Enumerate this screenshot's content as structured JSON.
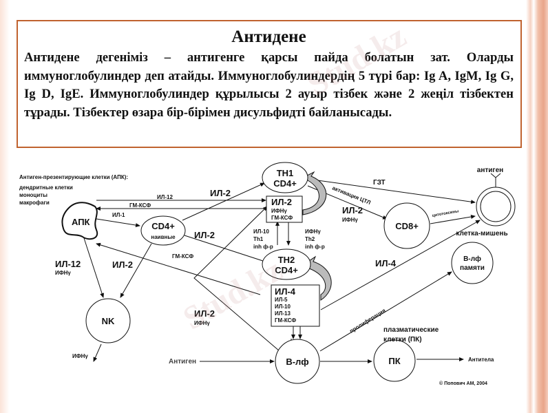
{
  "slide": {
    "title": "Антидене",
    "body": "Антидене дегеніміз – антигенге қарсы пайда болатын зат. Оларды иммуноглобулиндер деп атайды. Иммуноглобулиндердің 5 түрі бар: Ig A, IgM, Ig G, Ig D, IgE. Иммуноглобулиндер құрылысы 2 ауыр тізбек және 2 жеңіл тізбектен тұрады. Тізбектер өзара бір-бірімен дисульфидті байланысады."
  },
  "watermark": "Stud.kz",
  "diagram": {
    "apc_header": "Антиген-презентирующие клетки (АПК):",
    "apc_types": [
      "дендритные клетки",
      "моноциты",
      "макрофаги"
    ],
    "nodes": {
      "apk": "АПК",
      "cd4_naive": [
        "CD4+",
        "наивные"
      ],
      "th1": [
        "TH1",
        "CD4+"
      ],
      "th2": [
        "TH2",
        "CD4+"
      ],
      "nk": "NK",
      "cd8": "CD8+",
      "target": "клетка-мишень",
      "target_antigen": "антиген",
      "b_memory": [
        "В-лф",
        "памяти"
      ],
      "b_lymph": "В-лф",
      "pk": "ПК"
    },
    "th1_box": [
      "ИЛ-2",
      "ИФНγ",
      "ГМ-КСФ"
    ],
    "th2_box": [
      "ИЛ-4",
      "ИЛ-5",
      "ИЛ-10",
      "ИЛ-13",
      "ГМ-КСФ"
    ],
    "labels": {
      "il2_top": "ИЛ-2",
      "il12_top": "ИЛ-12",
      "gmcsf_top": "ГМ-КСФ",
      "il1": "ИЛ-1",
      "il2_mid": "ИЛ-2",
      "gmcsf_mid": "ГМ-КСФ",
      "il12_left": "ИЛ-12",
      "ifn_left": "ИФНγ",
      "il2_left": "ИЛ-2",
      "ifn_nk": "ИФНγ",
      "il2_low": "ИЛ-2",
      "ifn_low": "ИФНγ",
      "th1_reg": [
        "ИЛ-10",
        "Th1",
        "inh ф-р"
      ],
      "th2_reg": [
        "ИФНγ",
        "Th2",
        "inh ф-р"
      ],
      "gzt": "ГЗТ",
      "ctl_activation": "активация ЦТЛ",
      "il2_cd8": "ИЛ-2",
      "ifn_cd8": "ИФНγ",
      "cytotoxins": "цитотоксины",
      "il4": "ИЛ-4",
      "proliferation": "пролиферация",
      "plasma": [
        "плазматические",
        "клетки (ПК)"
      ],
      "antigen_in": "Антиген",
      "antibodies": "Антитела",
      "copyright": "© Попович АМ, 2004"
    }
  }
}
